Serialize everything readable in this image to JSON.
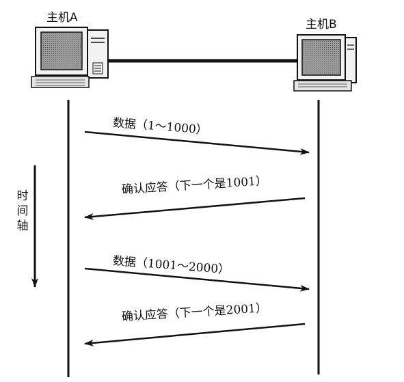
{
  "hosts": {
    "a": {
      "label": "主机A"
    },
    "b": {
      "label": "主机B"
    }
  },
  "time_axis": {
    "label": "时间轴"
  },
  "messages": [
    {
      "text": "数据（1～1000）",
      "direction": "A→B"
    },
    {
      "text": "确认应答（下一个是1001）",
      "direction": "B→A"
    },
    {
      "text": "数据（1001～2000）",
      "direction": "A→B"
    },
    {
      "text": "确认应答（下一个是2001）",
      "direction": "B→A"
    }
  ],
  "colors": {
    "line": "#111111",
    "screen": "#8a8a8a",
    "case": "#f2f2f2"
  }
}
